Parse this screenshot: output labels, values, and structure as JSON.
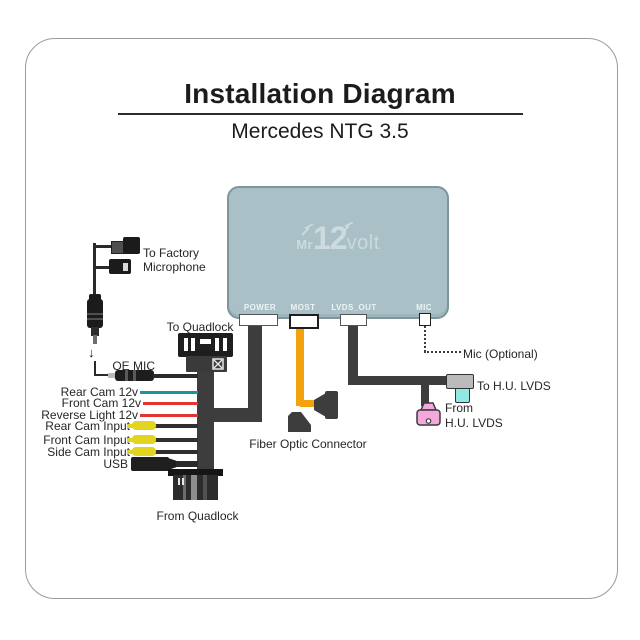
{
  "header": {
    "title": "Installation Diagram",
    "subtitle": "Mercedes NTG 3.5"
  },
  "device": {
    "logo_mr": "Mr",
    "logo_12": "12",
    "logo_volt": "volt",
    "ports": [
      {
        "label": "POWER"
      },
      {
        "label": "MOST"
      },
      {
        "label": "LVDS_OUT"
      },
      {
        "label": "MIC"
      }
    ]
  },
  "left_branch": {
    "to_factory_microphone_line1": "To Factory",
    "to_factory_microphone_line2": "Microphone",
    "oe_mic_label": "OE MIC"
  },
  "harness": {
    "to_quadlock_label": "To Quadlock",
    "from_quadlock_label": "From Quadlock",
    "wires": [
      {
        "label": "Rear Cam 12v",
        "connector": "wire",
        "color": "#17969b"
      },
      {
        "label": "Front Cam 12v",
        "connector": "wire",
        "color": "#e23434"
      },
      {
        "label": "Reverse Light 12v",
        "connector": "wire",
        "color": "#e23434"
      },
      {
        "label": "Rear Cam Input",
        "connector": "rca",
        "color": "#e3d41f"
      },
      {
        "label": "Front Cam Input",
        "connector": "rca",
        "color": "#e3d41f"
      },
      {
        "label": "Side Cam Input",
        "connector": "rca",
        "color": "#e3d41f"
      },
      {
        "label": "USB",
        "connector": "usb",
        "color": "#1f1f1f"
      }
    ]
  },
  "most": {
    "fiber_label": "Fiber Optic Connector"
  },
  "lvds": {
    "to_hu_label": "To H.U. LVDS",
    "from_hu_line1": "From",
    "from_hu_line2": "H.U. LVDS"
  },
  "mic": {
    "optional_label": "Mic (Optional)"
  },
  "colors": {
    "frame-border": "#9b9b9b",
    "ink": "#1c1c1c",
    "device-fill": "#a9c0c7",
    "device-border": "#7d969d",
    "logo": "#ccdbde",
    "port-text": "#edf3f4",
    "cable": "#3d3d3d",
    "cable-dark": "#1f1f1f",
    "fiber": "#f2a20d",
    "hu-gray": "#b9babb",
    "hu-cyan": "#90e9e2",
    "hu-pink": "#f3a9dc",
    "conn-outline": "#3a3a3a"
  }
}
